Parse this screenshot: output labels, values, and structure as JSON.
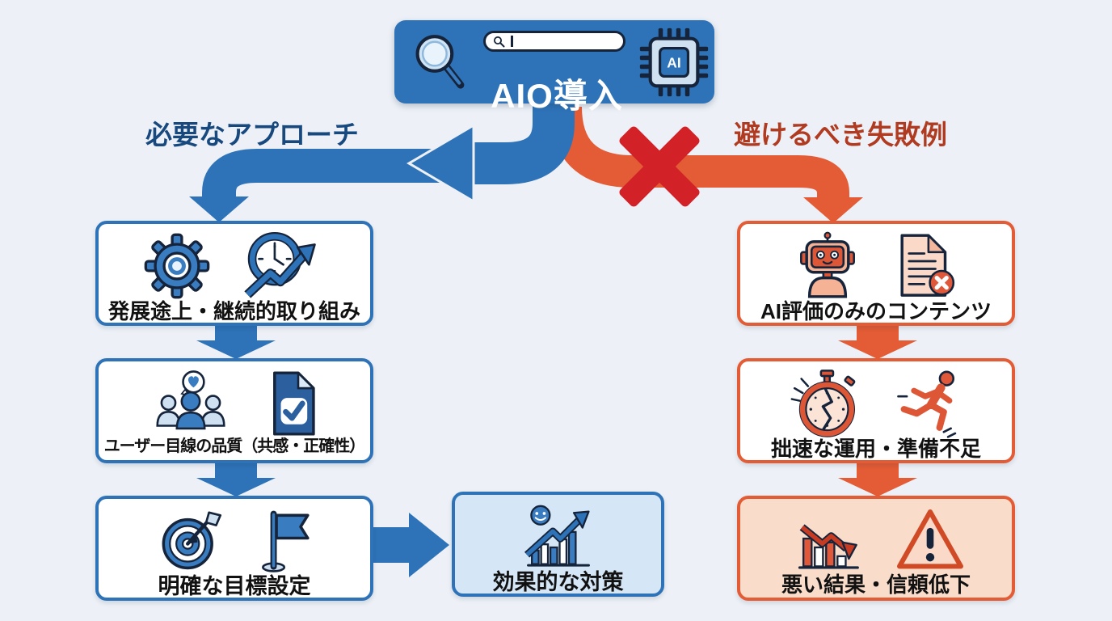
{
  "top": {
    "title": "AIO導入",
    "chip_label": "AI",
    "icons": [
      "magnifier-icon",
      "search-bar",
      "ai-chip-icon"
    ]
  },
  "left_branch": {
    "header": "必要なアプローチ",
    "color": "#2e73b8",
    "header_color": "#17497f"
  },
  "right_branch": {
    "header": "避けるべき失敗例",
    "color": "#e45c35",
    "header_color": "#b03b20",
    "blocked_marker": "x-mark"
  },
  "left_steps": [
    {
      "label": "発展途上・継続的取り組み",
      "icons": [
        "gear-icon",
        "clock-growth-icon"
      ]
    },
    {
      "label": "ユーザー目線の品質（共感・正確性）",
      "icons": [
        "users-empathy-icon",
        "document-check-icon"
      ]
    },
    {
      "label": "明確な目標設定",
      "icons": [
        "target-icon",
        "flag-icon"
      ]
    }
  ],
  "left_result": {
    "label": "効果的な対策",
    "icons": [
      "smiley-growth-chart-icon"
    ]
  },
  "right_steps": [
    {
      "label": "AI評価のみのコンテンツ",
      "icons": [
        "robot-icon",
        "document-x-icon"
      ]
    },
    {
      "label": "拙速な運用・準備不足",
      "icons": [
        "broken-stopwatch-icon",
        "running-person-icon"
      ]
    },
    {
      "label": "悪い結果・信頼低下",
      "icons": [
        "declining-chart-icon",
        "warning-icon"
      ]
    }
  ],
  "colors": {
    "background": "#edf1f7",
    "blue": "#2e73b8",
    "orange": "#e45c35",
    "red_x": "#d22127",
    "result_fill": "#d5e6f6",
    "bad_result_fill": "#f9dcca",
    "outline_dark": "#15243b"
  }
}
